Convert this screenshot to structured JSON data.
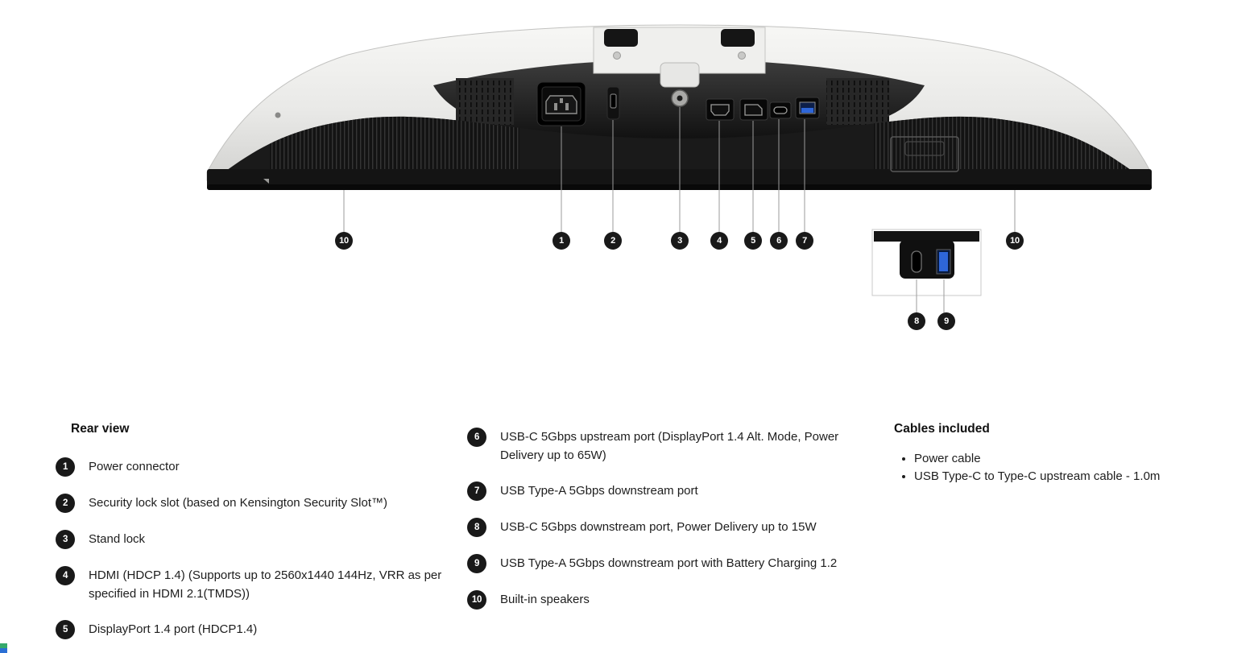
{
  "diagram": {
    "description": "Monitor rear view with numbered port callouts",
    "callouts_top": [
      {
        "label": "10"
      },
      {
        "label": "1"
      },
      {
        "label": "2"
      },
      {
        "label": "3"
      },
      {
        "label": "4"
      },
      {
        "label": "5"
      },
      {
        "label": "6"
      },
      {
        "label": "7"
      },
      {
        "label": "10"
      }
    ],
    "callouts_detail": [
      {
        "label": "8"
      },
      {
        "label": "9"
      }
    ],
    "colors": {
      "usb_blue": "#2e66d9",
      "body_silver": "#e9e9e7",
      "panel_black": "#141414"
    }
  },
  "rear_view": {
    "title": "Rear view",
    "items": [
      {
        "num": "1",
        "text": "Power connector"
      },
      {
        "num": "2",
        "text": "Security lock slot (based on Kensington Security Slot™)"
      },
      {
        "num": "3",
        "text": "Stand lock"
      },
      {
        "num": "4",
        "text": "HDMI (HDCP 1.4) (Supports up to 2560x1440 144Hz, VRR as per specified in HDMI 2.1(TMDS))"
      },
      {
        "num": "5",
        "text": "DisplayPort 1.4 port (HDCP1.4)"
      }
    ]
  },
  "ports": {
    "items": [
      {
        "num": "6",
        "text": "USB-C 5Gbps upstream port (DisplayPort 1.4 Alt. Mode, Power Delivery up to 65W)"
      },
      {
        "num": "7",
        "text": "USB Type-A 5Gbps downstream port"
      },
      {
        "num": "8",
        "text": "USB-C 5Gbps downstream port, Power Delivery up to 15W"
      },
      {
        "num": "9",
        "text": "USB Type-A 5Gbps downstream port with Battery Charging 1.2"
      },
      {
        "num": "10",
        "text": "Built-in speakers"
      }
    ]
  },
  "cables": {
    "title": "Cables included",
    "items": [
      {
        "text": "Power cable"
      },
      {
        "text": "USB Type-C to Type-C upstream cable - 1.0m"
      }
    ]
  }
}
